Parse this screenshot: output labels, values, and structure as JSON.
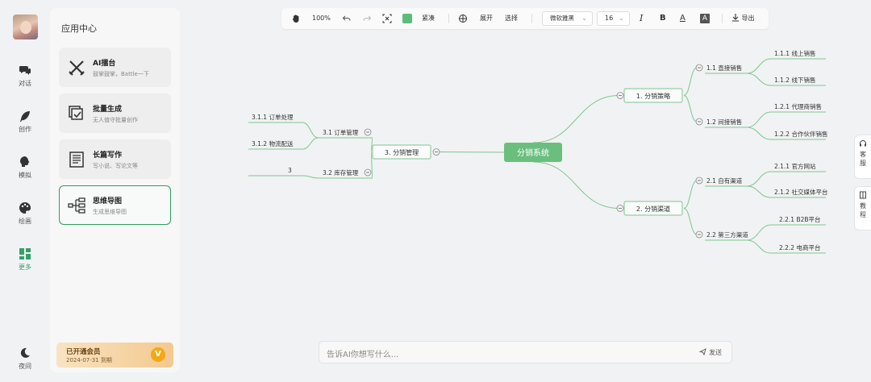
{
  "rail": {
    "items": [
      {
        "label": "对话",
        "icon": "chat-icon"
      },
      {
        "label": "创作",
        "icon": "feather-icon"
      },
      {
        "label": "模拟",
        "icon": "brain-icon"
      },
      {
        "label": "绘画",
        "icon": "palette-icon"
      },
      {
        "label": "更多",
        "icon": "grid-icon",
        "active": true
      }
    ],
    "night_label": "夜间"
  },
  "panel": {
    "title": "应用中心",
    "cards": [
      {
        "title": "AI擂台",
        "subtitle": "鼓掌鼓掌，Battle一下",
        "icon": "crossed-swords-icon"
      },
      {
        "title": "批量生成",
        "subtitle": "无人值守批量创作",
        "icon": "batch-check-icon"
      },
      {
        "title": "长篇写作",
        "subtitle": "写小说、写论文等",
        "icon": "document-icon"
      },
      {
        "title": "思维导图",
        "subtitle": "生成思维导图",
        "icon": "mindmap-icon",
        "active": true
      }
    ],
    "vip": {
      "title": "已开通会员",
      "expiry": "2024-07-31 到期",
      "badge": "V"
    }
  },
  "toolbar": {
    "zoom": "100%",
    "compact_label": "紧凑",
    "expand_label": "展开",
    "select_label": "选择",
    "font_value": "微软雅黑",
    "font_size": "16",
    "italic_label": "I",
    "bold_label": "B",
    "font_color_label": "A",
    "highlight_label": "A",
    "export_label": "导出",
    "swatch_color": "#5dbb7c"
  },
  "mindmap": {
    "root": "分销系统",
    "branches": [
      {
        "label": "1. 分销策略",
        "children": [
          {
            "label": "1.1 直接销售",
            "children": [
              "1.1.1 线上销售",
              "1.1.2 线下销售"
            ]
          },
          {
            "label": "1.2 间接销售",
            "children": [
              "1.2.1 代理商销售",
              "1.2.2 合作伙伴销售"
            ]
          }
        ]
      },
      {
        "label": "2. 分销渠道",
        "children": [
          {
            "label": "2.1 自有渠道",
            "children": [
              "2.1.1 官方网站",
              "2.1.2 社交媒体平台"
            ]
          },
          {
            "label": "2.2 第三方渠道",
            "children": [
              "2.2.1 B2B平台",
              "2.2.2 电商平台"
            ]
          }
        ]
      },
      {
        "label": "3. 分销管理",
        "children": [
          {
            "label": "3.1 订单管理",
            "children": [
              "3.1.1 订单处理",
              "3.1.2 物流配送"
            ]
          },
          {
            "label": "3.2 库存管理",
            "children": [
              "3"
            ]
          }
        ]
      }
    ],
    "branch_color": "#7ec592",
    "root_color": "#6abf7e"
  },
  "side_tabs": [
    {
      "label": "客服",
      "icon": "headset-icon"
    },
    {
      "label": "教程",
      "icon": "book-icon"
    }
  ],
  "prompt": {
    "placeholder": "告诉AI你想写什么...",
    "send_label": "发送"
  }
}
